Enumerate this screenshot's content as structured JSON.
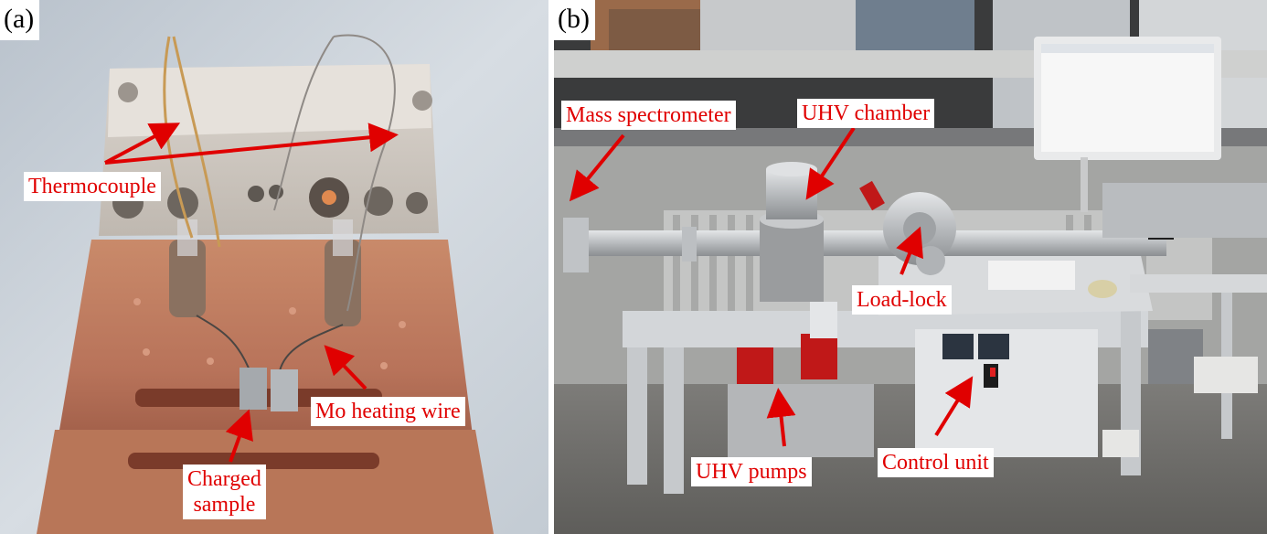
{
  "panels": [
    {
      "label": "(a)",
      "callouts": {
        "thermocouple": "Thermocouple",
        "mo_heating_wire": "Mo heating wire",
        "charged_sample_line1": "Charged",
        "charged_sample_line2": "sample"
      }
    },
    {
      "label": "(b)",
      "callouts": {
        "mass_spectrometer": "Mass spectrometer",
        "uhv_chamber": "UHV chamber",
        "load_lock": "Load-lock",
        "uhv_pumps": "UHV pumps",
        "control_unit": "Control unit"
      }
    }
  ],
  "colors": {
    "callout_text": "#e00000",
    "arrow": "#e00000",
    "label_background": "#ffffff"
  }
}
